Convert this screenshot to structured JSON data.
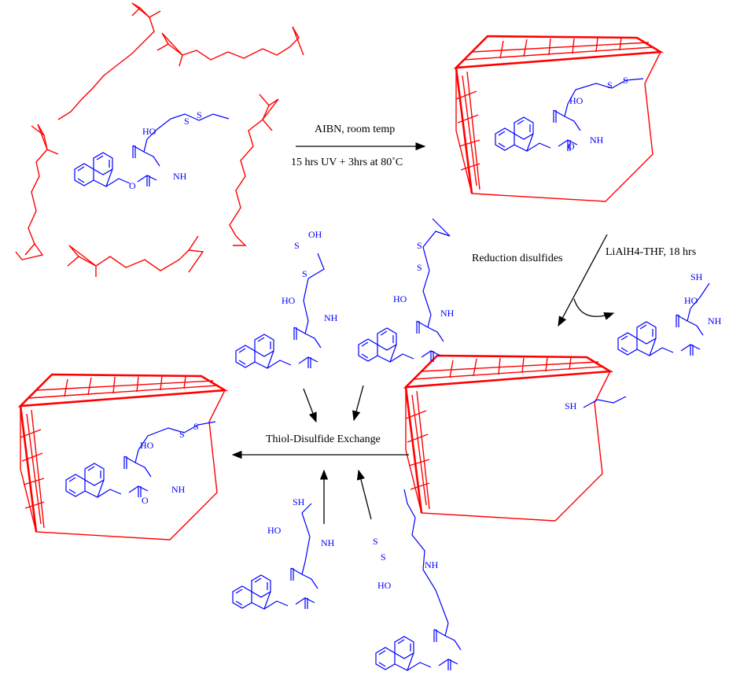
{
  "colors": {
    "monomer": "#ff0000",
    "template": "#0000ff",
    "text": "#000000"
  },
  "reactions": {
    "step1_top": "AIBN, room temp",
    "step1_bottom": "15 hrs UV + 3hrs at 80˚C",
    "step2_left": "Reduction disulfides",
    "step2_right": "LiAlH4-THF, 18 hrs",
    "step3": "Thiol-Disulfide Exchange"
  },
  "atoms": {
    "hooc": "HO",
    "o": "O",
    "nh": "NH",
    "s": "S",
    "sh": "SH",
    "oh": "OH"
  }
}
